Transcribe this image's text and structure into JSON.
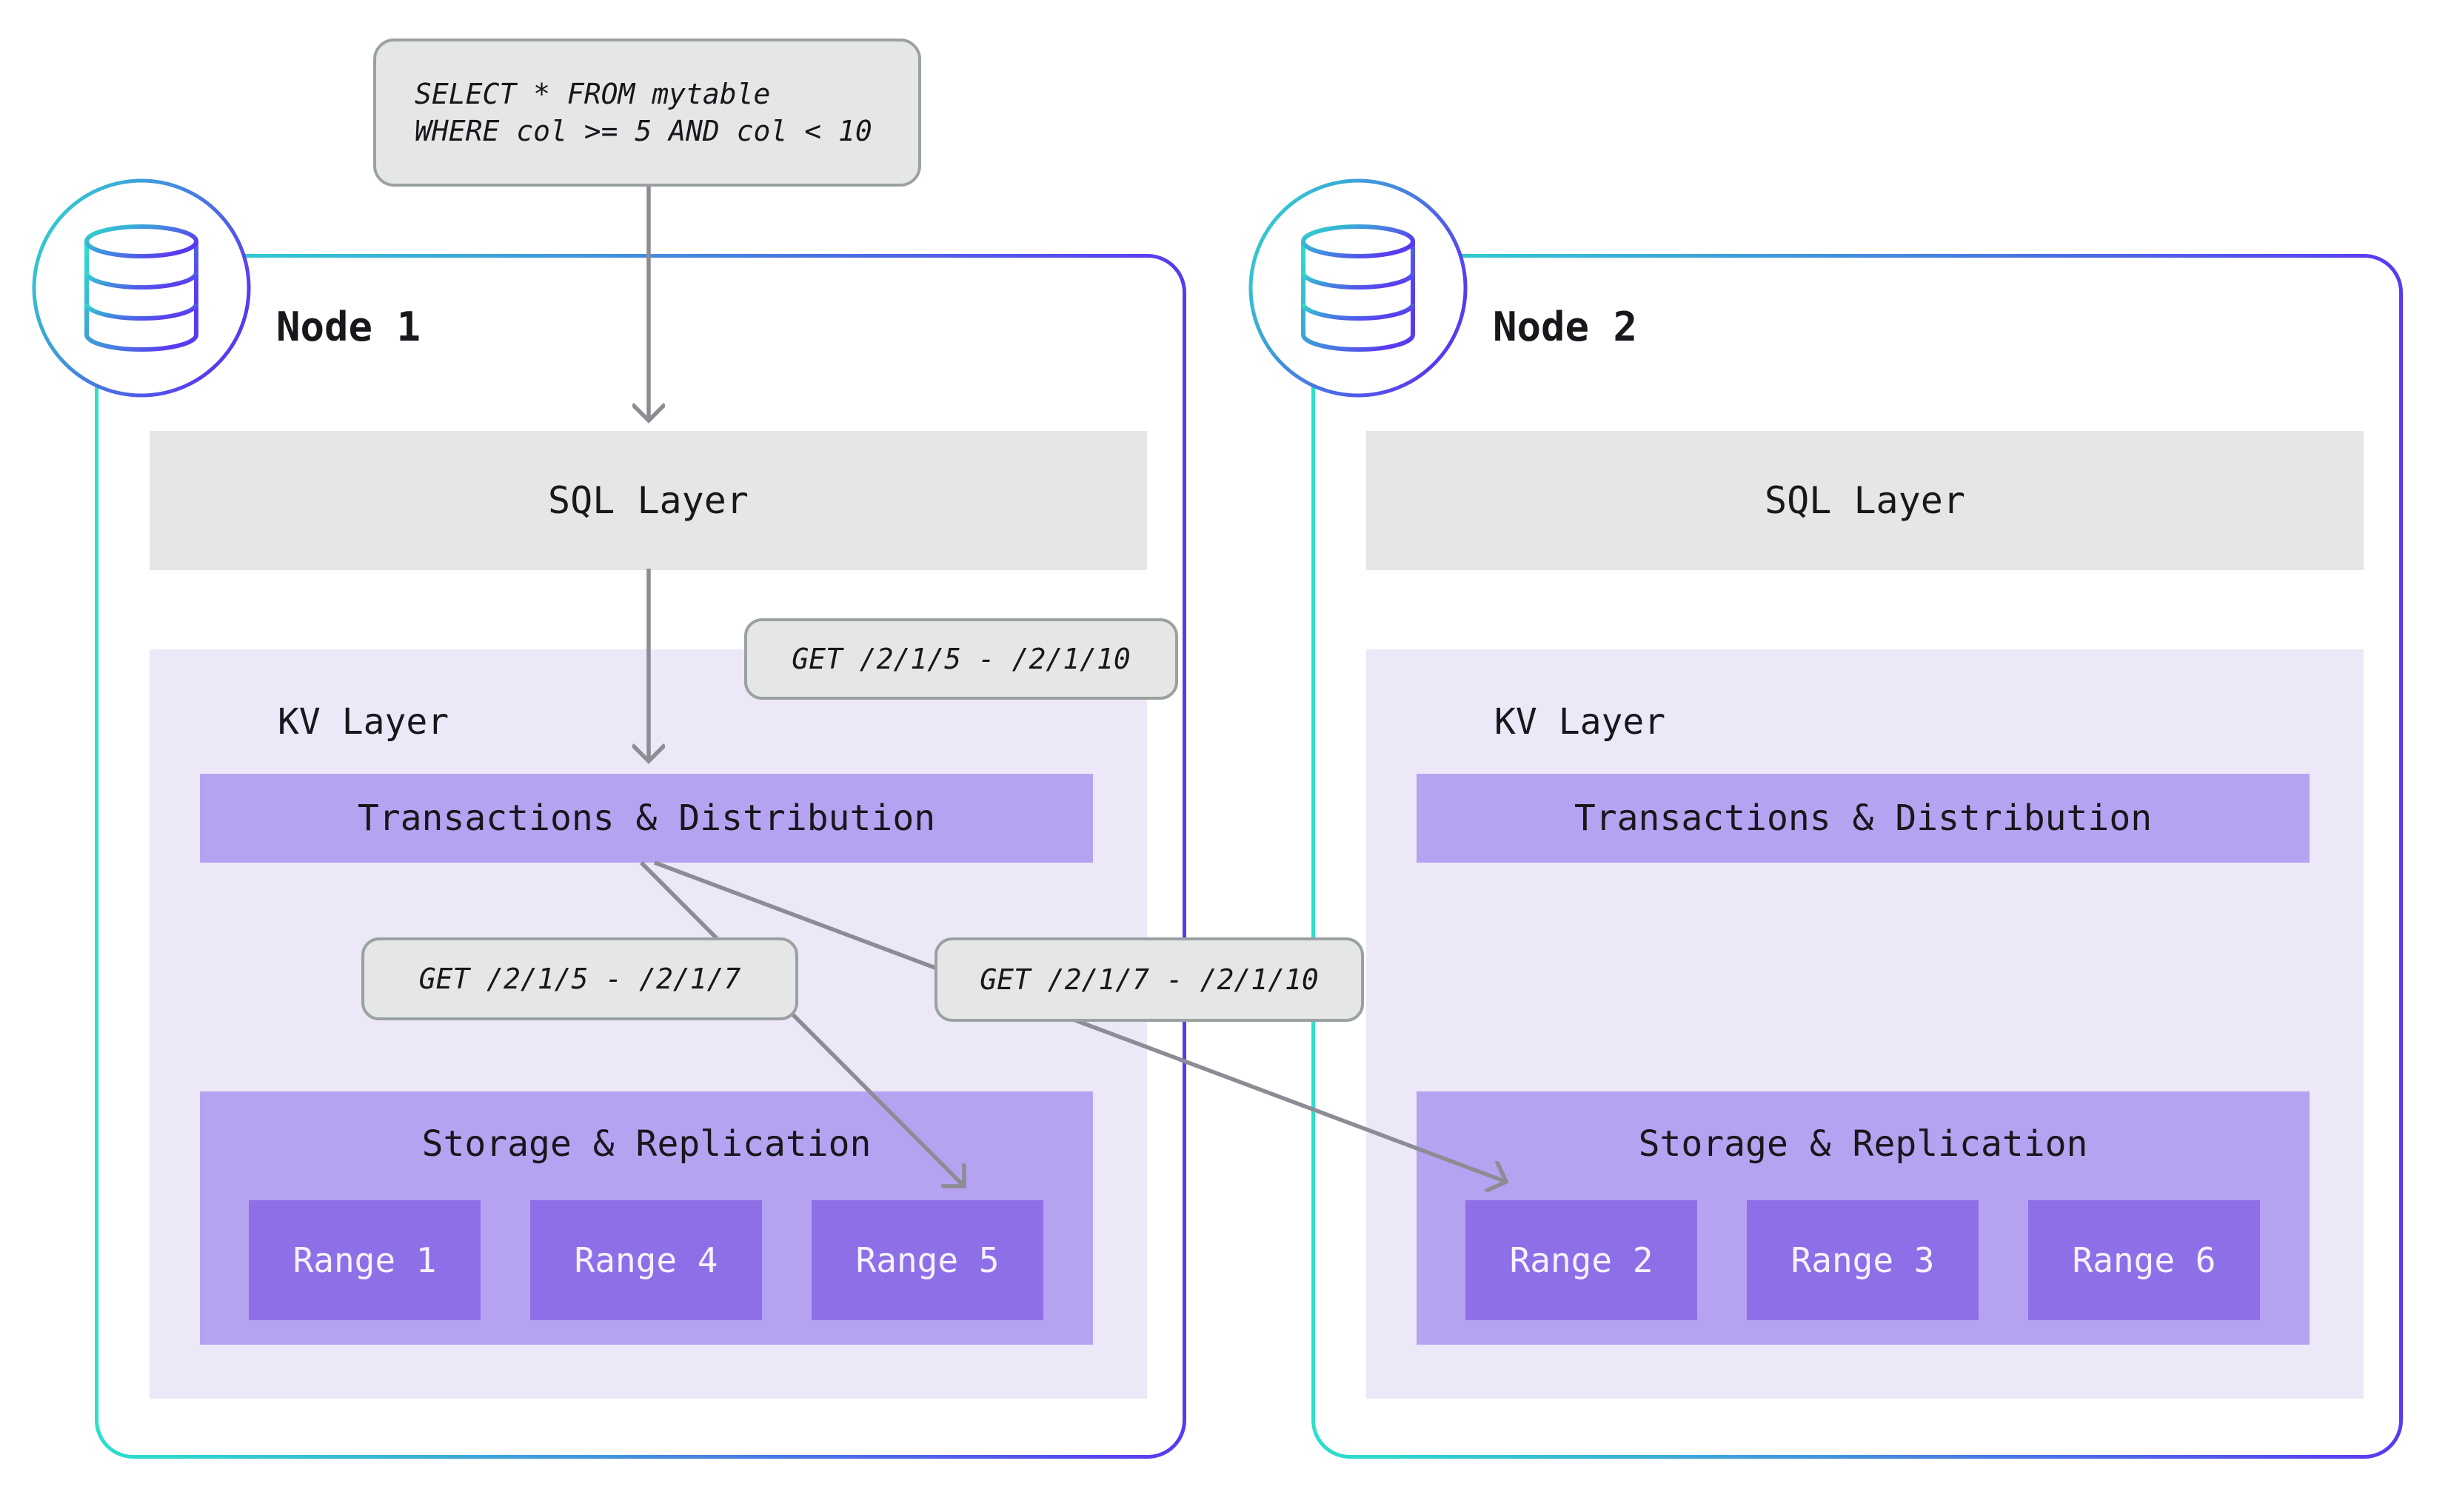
{
  "query": {
    "line1": "SELECT * FROM mytable",
    "line2": "WHERE col >= 5 AND col < 10"
  },
  "get_labels": [
    {
      "text": "GET /2/1/5 - /2/1/10"
    },
    {
      "text": "GET /2/1/5 - /2/1/7"
    },
    {
      "text": "GET /2/1/7 - /2/1/10"
    }
  ],
  "nodes": [
    {
      "title": "Node 1",
      "sql_layer": "SQL Layer",
      "kv_layer": "KV Layer",
      "transactions": "Transactions & Distribution",
      "storage": "Storage & Replication",
      "ranges": [
        "Range 1",
        "Range 4",
        "Range 5"
      ]
    },
    {
      "title": "Node 2",
      "sql_layer": "SQL Layer",
      "kv_layer": "KV Layer",
      "transactions": "Transactions & Distribution",
      "storage": "Storage & Replication",
      "ranges": [
        "Range 2",
        "Range 3",
        "Range 6"
      ]
    }
  ],
  "colors": {
    "node_border_gradient_start": "#2ce0cb",
    "node_border_gradient_end": "#5a3af0",
    "code_label_bg": "#e5e7e6",
    "code_label_border": "#9ba1a1",
    "sql_bar_bg": "#e5e7e6",
    "kv_area_bg": "#ece8f8",
    "layer_bar_bg": "#b5a3f1",
    "range_bg": "#8f6fe8",
    "range_text": "#f5f2fd",
    "arrow": "#8c8c94",
    "text": "#17171c"
  }
}
